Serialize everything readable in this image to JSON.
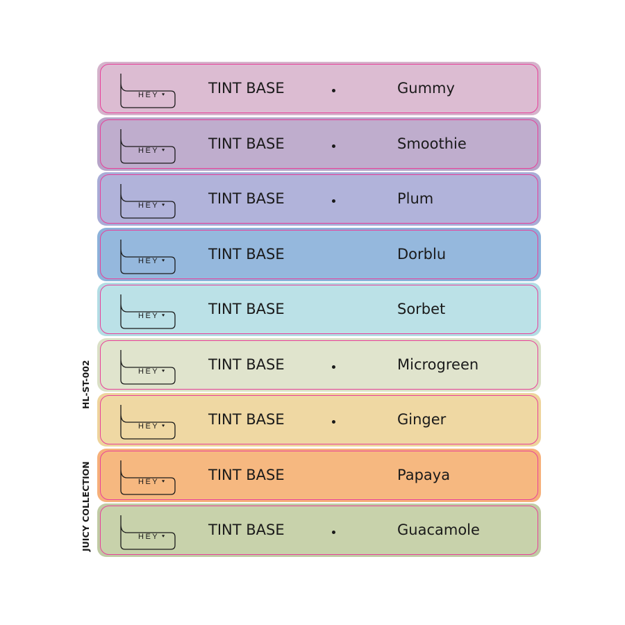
{
  "side_labels": {
    "code": "HL-ST-002",
    "collection": "JUICY COLLECTION"
  },
  "logo_text": "HEY",
  "strips": [
    {
      "base": "TINT BASE",
      "flavor": "Gummy",
      "has_dot": true,
      "outer_color": "#d4b3cb",
      "inner_color": "#dcbcd2"
    },
    {
      "base": "TINT BASE",
      "flavor": "Smoothie",
      "has_dot": true,
      "outer_color": "#b7a4c8",
      "inner_color": "#bfadcd"
    },
    {
      "base": "TINT BASE",
      "flavor": "Plum",
      "has_dot": true,
      "outer_color": "#a8acd6",
      "inner_color": "#b1b3da"
    },
    {
      "base": "TINT BASE",
      "flavor": "Dorblu",
      "has_dot": false,
      "outer_color": "#8cb2da",
      "inner_color": "#95b8dd"
    },
    {
      "base": "TINT BASE",
      "flavor": "Sorbet",
      "has_dot": false,
      "outer_color": "#b2dde4",
      "inner_color": "#bbe1e7"
    },
    {
      "base": "TINT BASE",
      "flavor": "Microgreen",
      "has_dot": true,
      "outer_color": "#dae0c6",
      "inner_color": "#e0e4cd"
    },
    {
      "base": "TINT BASE",
      "flavor": "Ginger",
      "has_dot": true,
      "outer_color": "#eed49c",
      "inner_color": "#efd8a3"
    },
    {
      "base": "TINT BASE",
      "flavor": "Papaya",
      "has_dot": false,
      "outer_color": "#f6b07a",
      "inner_color": "#f6b880"
    },
    {
      "base": "TINT BASE",
      "flavor": "Guacamole",
      "has_dot": true,
      "outer_color": "#c0cba4",
      "inner_color": "#c8d2ab"
    }
  ]
}
